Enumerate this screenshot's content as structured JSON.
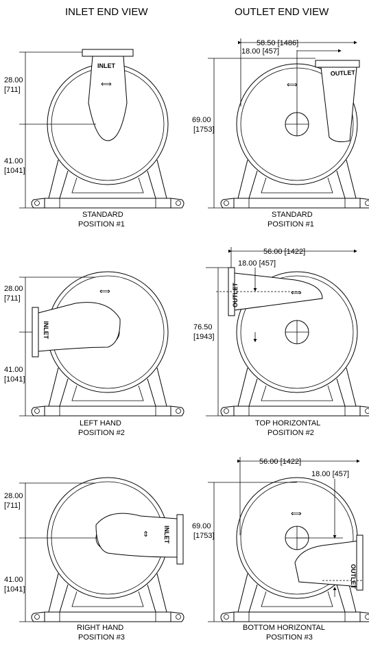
{
  "headers": {
    "inlet": "INLET END VIEW",
    "outlet": "OUTLET END VIEW"
  },
  "inlet_views": [
    {
      "caption_line1": "STANDARD",
      "caption_line2": "POSITION #1",
      "tag": "INLET",
      "dim_upper": "28.00",
      "dim_upper_mm": "[711]",
      "dim_lower": "41.00",
      "dim_lower_mm": "[1041]"
    },
    {
      "caption_line1": "LEFT HAND",
      "caption_line2": "POSITION #2",
      "tag": "INLET",
      "dim_upper": "28.00",
      "dim_upper_mm": "[711]",
      "dim_lower": "41.00",
      "dim_lower_mm": "[1041]"
    },
    {
      "caption_line1": "RIGHT HAND",
      "caption_line2": "POSITION #3",
      "tag": "INLET",
      "dim_upper": "28.00",
      "dim_upper_mm": "[711]",
      "dim_lower": "41.00",
      "dim_lower_mm": "[1041]"
    }
  ],
  "outlet_views": [
    {
      "caption_line1": "STANDARD",
      "caption_line2": "POSITION #1",
      "tag": "OUTLET",
      "dim_width": "58.50 [1486]",
      "dim_offset": "18.00 [457]",
      "dim_height": "69.00",
      "dim_height_mm": "[1753]"
    },
    {
      "caption_line1": "TOP HORIZONTAL",
      "caption_line2": "POSITION #2",
      "tag": "OUTLET",
      "dim_width": "56.00 [1422]",
      "dim_offset": "18.00 [457]",
      "dim_height": "76.50",
      "dim_height_mm": "[1943]"
    },
    {
      "caption_line1": "BOTTOM HORIZONTAL",
      "caption_line2": "POSITION #3",
      "tag": "OUTLET",
      "dim_width": "56.00 [1422]",
      "dim_offset": "18.00 [457]",
      "dim_height": "69.00",
      "dim_height_mm": "[1753]"
    }
  ]
}
